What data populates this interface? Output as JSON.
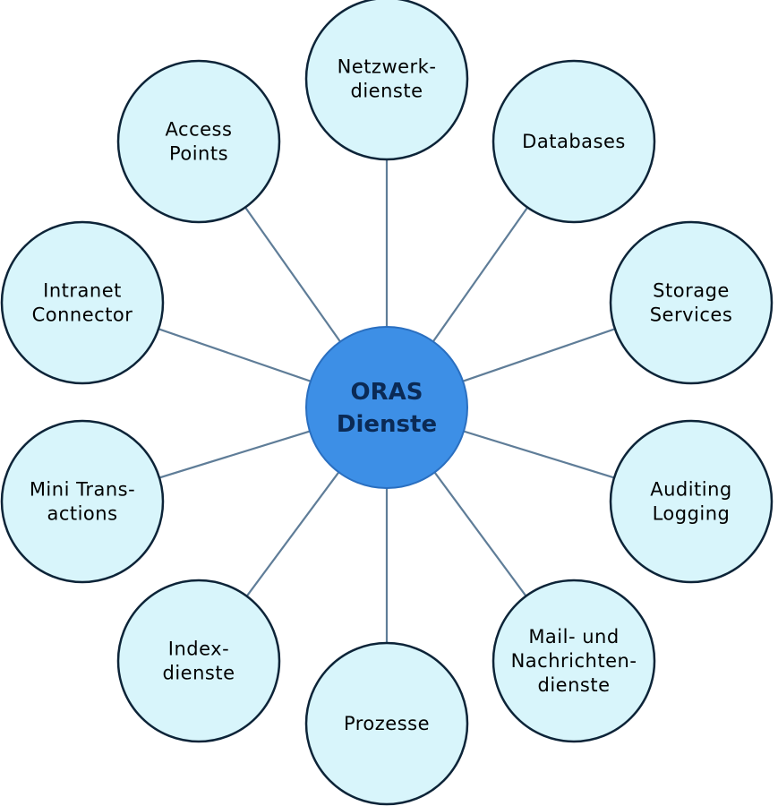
{
  "colors": {
    "background": "#ffffff",
    "spoke": "#5f7d98",
    "satellite_fill": "#d8f5fb",
    "satellite_stroke": "#0d2438",
    "center_fill": "#3d8fe6",
    "center_stroke": "#2a6fc0",
    "center_text": "#0b2a55",
    "satellite_text": "#000000"
  },
  "center": {
    "lines": [
      "ORAS",
      "Dienste"
    ]
  },
  "satellites": [
    {
      "id": "netzwerkdienste",
      "lines": [
        "Netzwerk-",
        "dienste"
      ]
    },
    {
      "id": "databases",
      "lines": [
        "Databases"
      ]
    },
    {
      "id": "storage-services",
      "lines": [
        "Storage",
        "Services"
      ]
    },
    {
      "id": "auditing-logging",
      "lines": [
        "Auditing",
        "Logging"
      ]
    },
    {
      "id": "mail-nachrichtendienste",
      "lines": [
        "Mail- und",
        "Nachrichten-",
        "dienste"
      ]
    },
    {
      "id": "prozesse",
      "lines": [
        "Prozesse"
      ]
    },
    {
      "id": "indexdienste",
      "lines": [
        "Index-",
        "dienste"
      ]
    },
    {
      "id": "mini-transactions",
      "lines": [
        "Mini Trans-",
        "actions"
      ]
    },
    {
      "id": "intranet-connector",
      "lines": [
        "Intranet",
        "Connector"
      ]
    },
    {
      "id": "access-points",
      "lines": [
        "Access",
        "Points"
      ]
    }
  ]
}
